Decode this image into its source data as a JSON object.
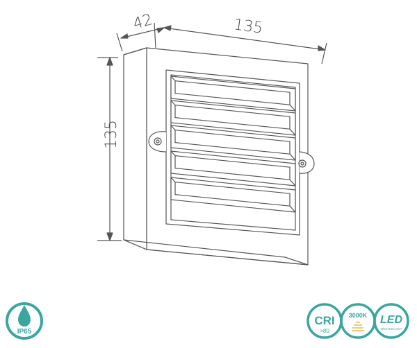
{
  "dimensions": {
    "depth": "42",
    "width": "135",
    "height": "135"
  },
  "badges": {
    "ip": {
      "label": "IP65",
      "icon": "water-drop-icon",
      "color": "#3aa6a0"
    },
    "cri": {
      "label": "CRI",
      "value": ">80",
      "color": "#3aa6a0"
    },
    "cct": {
      "label": "3000K",
      "icon": "sun-icon",
      "color": "#3aa6a0",
      "glow_color": "#e6b84d"
    },
    "led": {
      "label": "LED",
      "sub": "TECHNOLOGY",
      "color": "#3aa6a0"
    }
  }
}
